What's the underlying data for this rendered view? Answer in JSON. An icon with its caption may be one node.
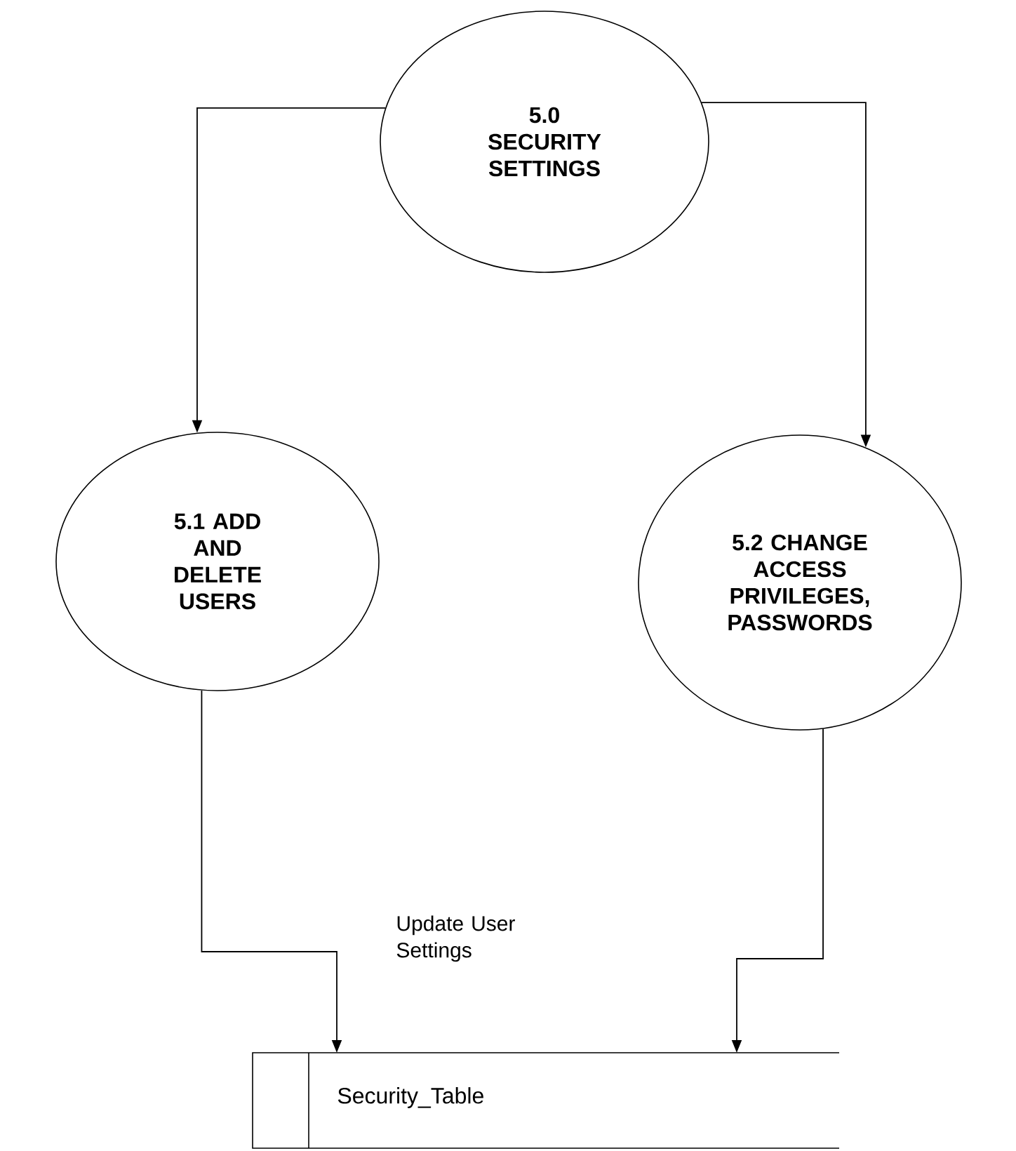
{
  "diagram": {
    "nodes": [
      {
        "text": [
          "5.0 SECURITY SETTINGS"
        ]
      },
      {
        "text": [
          "5.1 ADD AND DELETE USERS"
        ]
      },
      {
        "text": [
          "5.2 CHANGE ACCESS PRIVILEGES, PASSWORDS"
        ]
      },
      {
        "text": [
          "Security_Table"
        ]
      }
    ],
    "edges": [
      {
        "from": 0,
        "to": 1,
        "arrow": "to"
      },
      {
        "from": 0,
        "to": 2,
        "arrow": "to"
      },
      {
        "from": 1,
        "to": 3,
        "arrow": "to",
        "label": "Update User Settings"
      },
      {
        "from": 2,
        "to": 3,
        "arrow": "to"
      }
    ]
  }
}
